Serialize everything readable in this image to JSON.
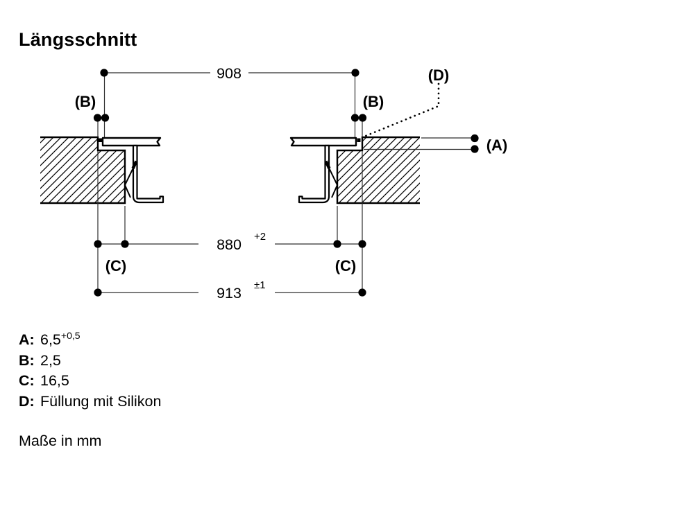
{
  "title": "Längsschnitt",
  "units_note": "Maße in mm",
  "dimensions": {
    "top": {
      "value": "908",
      "sup": ""
    },
    "middle": {
      "value": "880",
      "sup": "+2"
    },
    "bottom": {
      "value": "913",
      "sup": "±1"
    }
  },
  "callouts": {
    "a": "(A)",
    "b_left": "(B)",
    "b_right": "(B)",
    "c_left": "(C)",
    "c_right": "(C)",
    "d": "(D)"
  },
  "legend": [
    {
      "key": "A:",
      "value": "6,5",
      "sup": "+0,5"
    },
    {
      "key": "B:",
      "value": "2,5",
      "sup": ""
    },
    {
      "key": "C:",
      "value": "16,5",
      "sup": ""
    },
    {
      "key": "D:",
      "value": "Füllung mit Silikon",
      "sup": ""
    }
  ],
  "colors": {
    "ink": "#000000",
    "thin_line": "#2e2e2e",
    "background": "#ffffff"
  }
}
